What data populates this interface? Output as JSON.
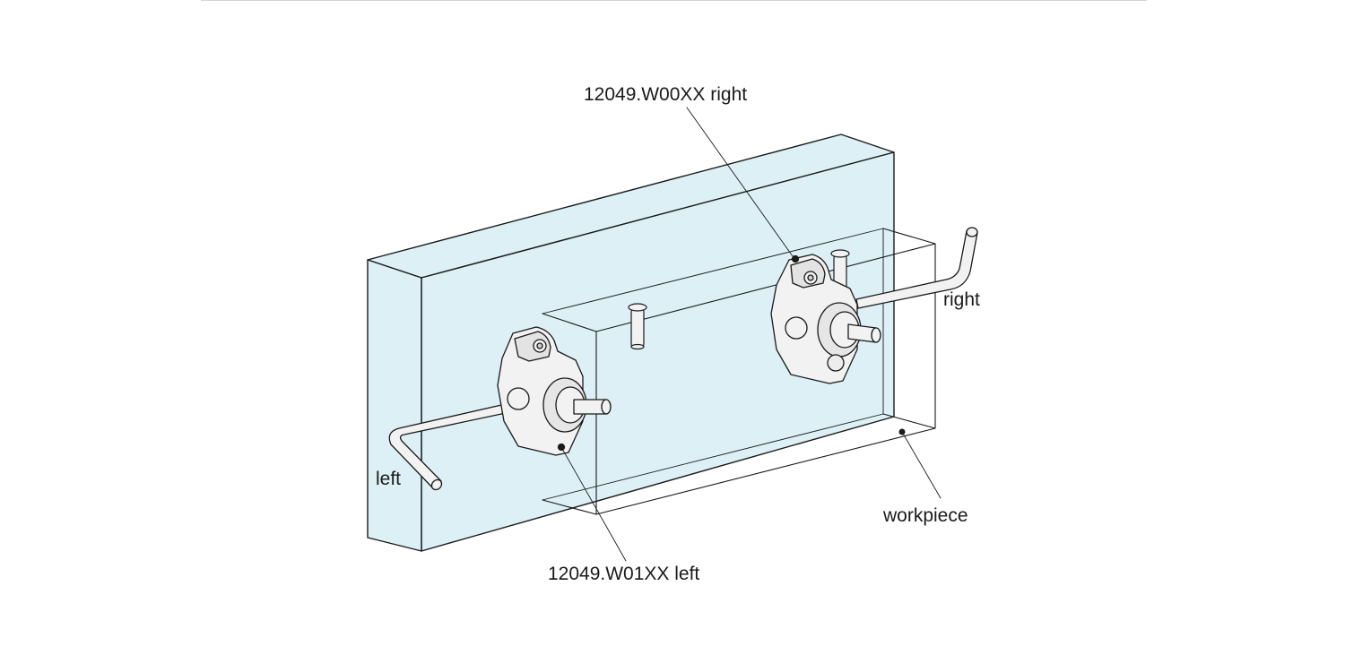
{
  "labels": {
    "right_part": "12049.W00XX right",
    "left_part": "12049.W01XX left",
    "right_key": "right",
    "left_key": "left",
    "workpiece": "workpiece"
  },
  "colors": {
    "plate_fill": "#dcf0f6",
    "line": "#1a1a1a",
    "part_fill": "#f2f2f2",
    "part_shade": "#cfcfcf"
  }
}
